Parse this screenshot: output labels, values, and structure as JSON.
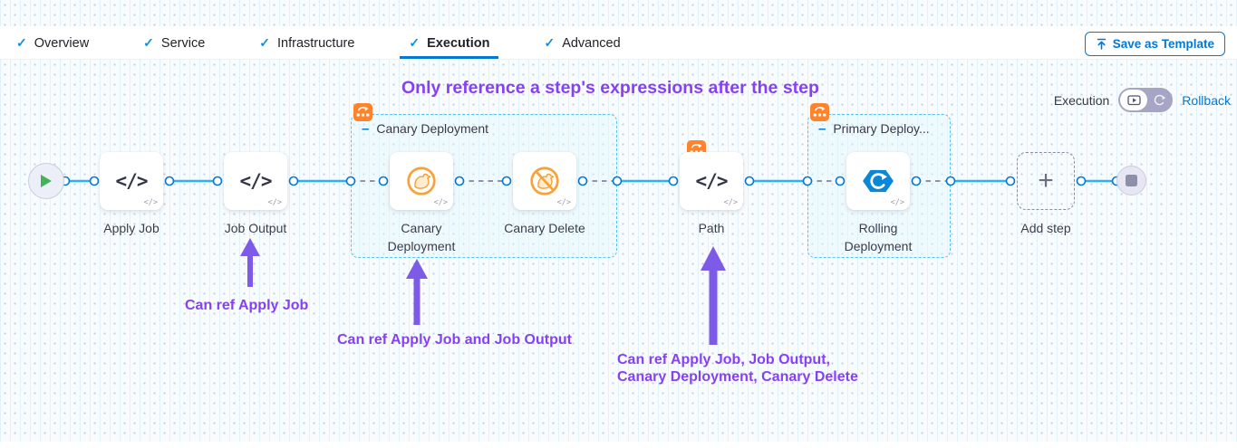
{
  "header": {
    "tabs": [
      {
        "label": "Overview"
      },
      {
        "label": "Service"
      },
      {
        "label": "Infrastructure"
      },
      {
        "label": "Execution"
      },
      {
        "label": "Advanced"
      }
    ],
    "active_tab": "Execution",
    "save_as_template_label": "Save as Template"
  },
  "canvas": {
    "heading": "Only reference a step's expressions after the step",
    "mode_toggle": {
      "left_label": "Execution",
      "right_label": "Rollback"
    },
    "groups": [
      {
        "title": "Canary Deployment"
      },
      {
        "title": "Primary Deploy..."
      }
    ],
    "steps": {
      "apply_job": {
        "label": "Apply Job"
      },
      "job_output": {
        "label": "Job Output"
      },
      "canary_deployment": {
        "label": "Canary Deployment"
      },
      "canary_delete": {
        "label": "Canary Delete"
      },
      "path": {
        "label": "Path"
      },
      "rolling_deployment": {
        "label": "Rolling Deployment"
      },
      "add_step": {
        "label": "Add step"
      }
    },
    "annotations": [
      {
        "text": "Can ref Apply Job"
      },
      {
        "text": "Can ref Apply Job and Job Output"
      },
      {
        "text_line1": "Can ref Apply Job, Job Output,",
        "text_line2": "Canary Deployment, Canary Delete"
      }
    ]
  },
  "icons": {
    "check": "✓",
    "collapse": "–",
    "code": "</>",
    "plus": "+"
  },
  "colors": {
    "accent_blue": "#0278d5",
    "edge_blue": "#2cb1f2",
    "dashed_gray": "#9293a9",
    "annotation_purple": "#8640f5",
    "badge_orange": "#ff832b",
    "canary_orange": "#f7a33c",
    "rolling_blue": "#0b87d8",
    "play_green": "#42b457"
  }
}
